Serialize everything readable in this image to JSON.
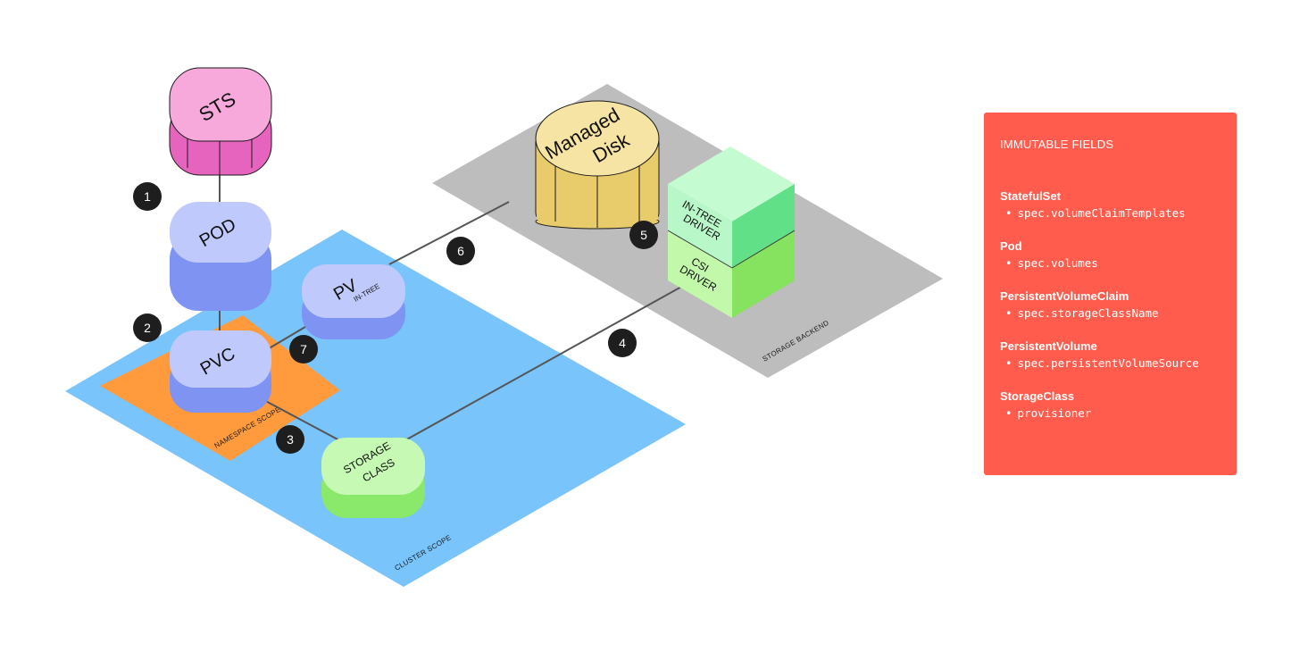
{
  "scopes": {
    "cluster": "CLUSTER SCOPE",
    "namespace": "NAMESPACE SCOPE",
    "storage_backend": "STORAGE BACKEND"
  },
  "nodes": {
    "sts": "STS",
    "pod": "POD",
    "pvc": "PVC",
    "pv": "PV",
    "pv_sub": "IN-TREE",
    "storage_class_line1": "STORAGE",
    "storage_class_line2": "CLASS",
    "managed_disk_line1": "Managed",
    "managed_disk_line2": "Disk",
    "intree_driver_line1": "IN-TREE",
    "intree_driver_line2": "DRIVER",
    "csi_driver_line1": "CSI",
    "csi_driver_line2": "DRIVER"
  },
  "badges": [
    "1",
    "2",
    "3",
    "4",
    "5",
    "6",
    "7"
  ],
  "panel": {
    "title": "IMMUTABLE FIELDS",
    "groups": [
      {
        "title": "StatefulSet",
        "field": "spec.volumeClaimTemplates"
      },
      {
        "title": "Pod",
        "field": "spec.volumes"
      },
      {
        "title": "PersistentVolumeClaim",
        "field": "spec.storageClassName"
      },
      {
        "title": "PersistentVolume",
        "field": "spec.persistentVolumeSource"
      },
      {
        "title": "StorageClass",
        "field": "provisioner"
      }
    ]
  },
  "colors": {
    "cluster_scope": "#79c4fb",
    "namespace_scope": "#ff9a3d",
    "storage_backend": "#bdbdbd",
    "sts": "#e664be",
    "blue_node": "#7f93f3",
    "storage_class": "#8ae86a",
    "managed_disk": "#e8cb6a",
    "intree_driver": "#66e38c",
    "csi_driver": "#8ae86a",
    "panel": "#ff5c4d",
    "badge": "#1e1e1e"
  }
}
